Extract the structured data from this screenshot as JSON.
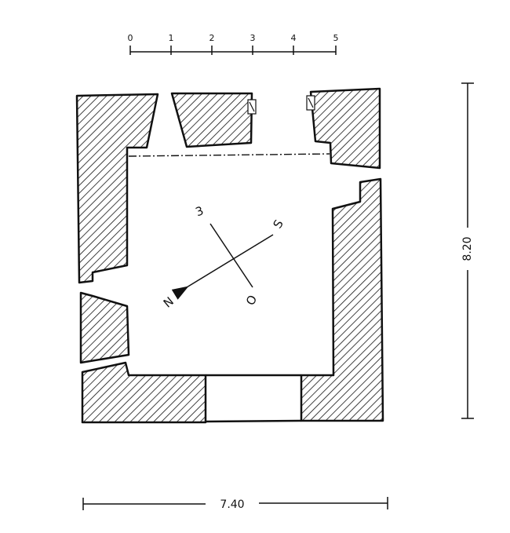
{
  "scale_bar": {
    "ticks": [
      "0",
      "1",
      "2",
      "3",
      "4",
      "5"
    ]
  },
  "dimensions": {
    "width": "7.40",
    "height": "8.20"
  },
  "compass": {
    "north": "N",
    "south": "S",
    "east": "3",
    "west": "O"
  },
  "colors": {
    "ink": "#111111",
    "hatch": "#111111",
    "background": "#ffffff"
  }
}
